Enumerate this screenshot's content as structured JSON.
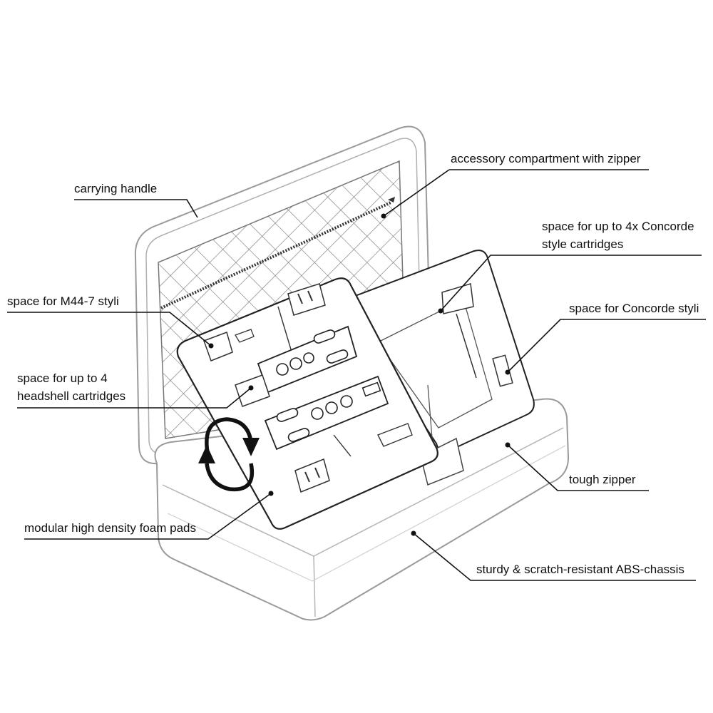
{
  "labels": {
    "carrying_handle": "carrying handle",
    "accessory_compartment": "accessory compartment with zipper",
    "concorde_cartridges_line1": "space for up to 4x Concorde",
    "concorde_cartridges_line2": "style cartridges",
    "m44_styli": "space for M44-7 styli",
    "concorde_styli": "space for Concorde styli",
    "headshell_line1": "space for up to 4",
    "headshell_line2": "headshell cartridges",
    "tough_zipper": "tough zipper",
    "foam_pads": "modular high density foam pads",
    "abs_chassis": "sturdy & scratch-resistant ABS-chassis"
  },
  "colors": {
    "outline": "#9a9a9a",
    "dark_outline": "#333333",
    "leader": "#111111",
    "background": "#ffffff"
  }
}
